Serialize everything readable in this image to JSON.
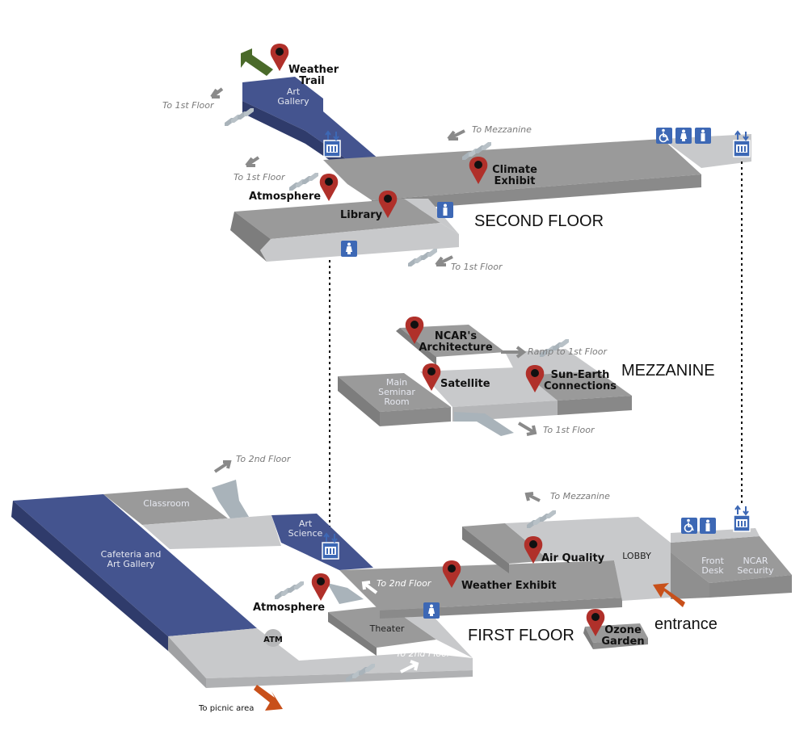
{
  "colors": {
    "floor_dark": "#9a9a9a",
    "floor_light": "#c8c9cb",
    "floor_side": "#7d7d7d",
    "gallery_blue": "#44548f",
    "gallery_side": "#2f3b6b",
    "pin_red": "#b0302a",
    "icon_blue": "#3d68b5",
    "stairs": "#a9b3ba",
    "arrow_gray": "#8a8a8a",
    "arrow_green": "#4a6a2a",
    "arrow_orange": "#c8501a"
  },
  "floors": {
    "second": "SECOND FLOOR",
    "mezzanine": "MEZZANINE",
    "first": "FIRST FLOOR"
  },
  "second_floor": {
    "pins": [
      {
        "label_line1": "Weather",
        "label_line2": "Trail"
      },
      {
        "label_line1": "Climate",
        "label_line2": "Exhibit"
      },
      {
        "label_line1": "Atmosphere",
        "label_line2": ""
      },
      {
        "label_line1": "Library",
        "label_line2": ""
      }
    ],
    "rooms": {
      "art_gallery_1": "Art",
      "art_gallery_2": "Gallery"
    },
    "directions": {
      "to_1st_a": "To 1st Floor",
      "to_1st_b": "To 1st Floor",
      "to_1st_c": "To 1st Floor",
      "to_mezz": "To Mezzanine"
    }
  },
  "mezzanine": {
    "pins": [
      {
        "label_line1": "NCAR's",
        "label_line2": "Architecture"
      },
      {
        "label_line1": "Satellite",
        "label_line2": ""
      },
      {
        "label_line1": "Sun-Earth",
        "label_line2": "Connections"
      }
    ],
    "rooms": {
      "seminar_1": "Main",
      "seminar_2": "Seminar",
      "seminar_3": "Room"
    },
    "directions": {
      "ramp": "Ramp to 1st Floor",
      "to_1st": "To 1st Floor"
    }
  },
  "first_floor": {
    "pins": [
      {
        "label_line1": "Atmosphere",
        "label_line2": ""
      },
      {
        "label_line1": "Weather Exhibit",
        "label_line2": ""
      },
      {
        "label_line1": "Air Quality",
        "label_line2": ""
      },
      {
        "label_line1": "Ozone",
        "label_line2": "Garden"
      }
    ],
    "rooms": {
      "classroom": "Classroom",
      "cafeteria_1": "Cafeteria and",
      "cafeteria_2": "Art Gallery",
      "art_science_1": "Art",
      "art_science_2": "Science",
      "theater": "Theater",
      "atm": "ATM",
      "lobby": "LOBBY",
      "front_desk_1": "Front",
      "front_desk_2": "Desk",
      "security_1": "NCAR",
      "security_2": "Security"
    },
    "directions": {
      "to_2nd_a": "To 2nd Floor",
      "to_2nd_b": "To 2nd Floor",
      "to_2nd_c": "To 2nd Floor",
      "to_mezz": "To Mezzanine",
      "entrance": "entrance",
      "picnic": "To picnic area"
    }
  },
  "icons": [
    "elevator-icon",
    "accessible-restroom-icon",
    "womens-restroom-icon",
    "mens-restroom-icon",
    "map-pin-icon",
    "stairs-icon",
    "direction-arrow-icon"
  ]
}
